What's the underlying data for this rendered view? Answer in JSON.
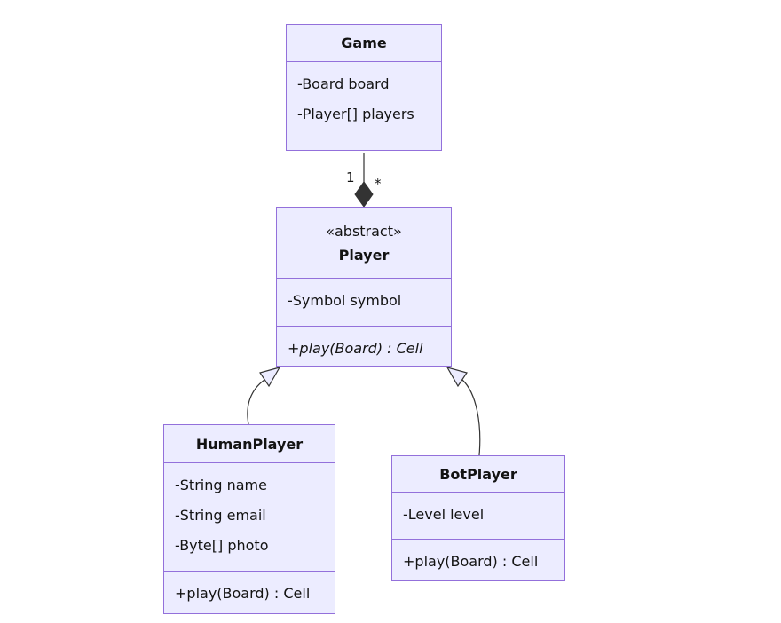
{
  "diagram": {
    "kind": "uml-class-diagram"
  },
  "colors": {
    "class_fill": "#ECECFF",
    "class_border": "#9370DB",
    "edge_stroke": "#333333",
    "text": "#131313",
    "background": "#ffffff"
  },
  "classes": {
    "game": {
      "name": "Game",
      "attributes": [
        "-Board board",
        "-Player[] players"
      ],
      "methods": []
    },
    "player": {
      "stereotype": "«abstract»",
      "name": "Player",
      "attributes": [
        "-Symbol symbol"
      ],
      "methods": [
        "+play(Board) : Cell"
      ]
    },
    "human_player": {
      "name": "HumanPlayer",
      "attributes": [
        "-String name",
        "-String email",
        "-Byte[] photo"
      ],
      "methods": [
        "+play(Board) : Cell"
      ]
    },
    "bot_player": {
      "name": "BotPlayer",
      "attributes": [
        "-Level level"
      ],
      "methods": [
        "+play(Board) : Cell"
      ]
    }
  },
  "relationships": {
    "composition": {
      "type": "composition",
      "from": "Game",
      "to": "Player",
      "from_label": "1",
      "to_label": "*"
    },
    "inheritance_human": {
      "type": "inheritance",
      "from": "HumanPlayer",
      "to": "Player"
    },
    "inheritance_bot": {
      "type": "inheritance",
      "from": "BotPlayer",
      "to": "Player"
    }
  }
}
